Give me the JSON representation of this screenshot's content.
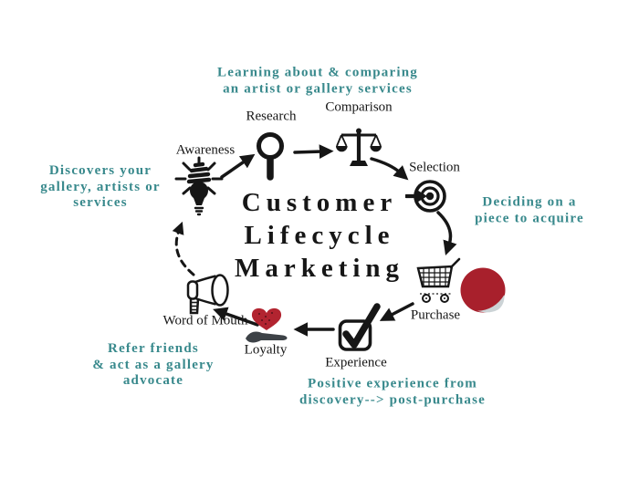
{
  "title": {
    "text": "Customer Lifecycle Marketing",
    "lines": [
      "Customer",
      "Lifecycle",
      "Marketing"
    ]
  },
  "stages": [
    {
      "label": "Awareness",
      "icon": "lightbulb-icon"
    },
    {
      "label": "Research",
      "icon": "magnifier-icon"
    },
    {
      "label": "Comparison",
      "icon": "balance-scale-icon"
    },
    {
      "label": "Selection",
      "icon": "target-icon"
    },
    {
      "label": "Purchase",
      "icon": "shopping-cart-icon"
    },
    {
      "label": "Experience",
      "icon": "checkbox-icon"
    },
    {
      "label": "Loyalty",
      "icon": "heart-in-hand-icon"
    },
    {
      "label": "Word of Mouth",
      "icon": "megaphone-icon"
    }
  ],
  "annotations": [
    {
      "position": "top",
      "lines": [
        "Learning about & comparing",
        "an artist or gallery services"
      ]
    },
    {
      "position": "left",
      "lines": [
        "Discovers your",
        "gallery, artists or",
        "services"
      ]
    },
    {
      "position": "right",
      "lines": [
        "Deciding on a",
        "piece to acquire"
      ]
    },
    {
      "position": "bottom-left",
      "lines": [
        "Refer friends",
        "& act as a gallery",
        "advocate"
      ]
    },
    {
      "position": "bottom-right",
      "lines": [
        "Positive experience from",
        "discovery--> post-purchase"
      ]
    }
  ],
  "colors": {
    "annotation_teal": "#38898c",
    "ink": "#161616",
    "sticker_red": "#a8202c",
    "heart_red": "#b22430",
    "hand_gray": "#3d4247",
    "background": "#ffffff"
  }
}
